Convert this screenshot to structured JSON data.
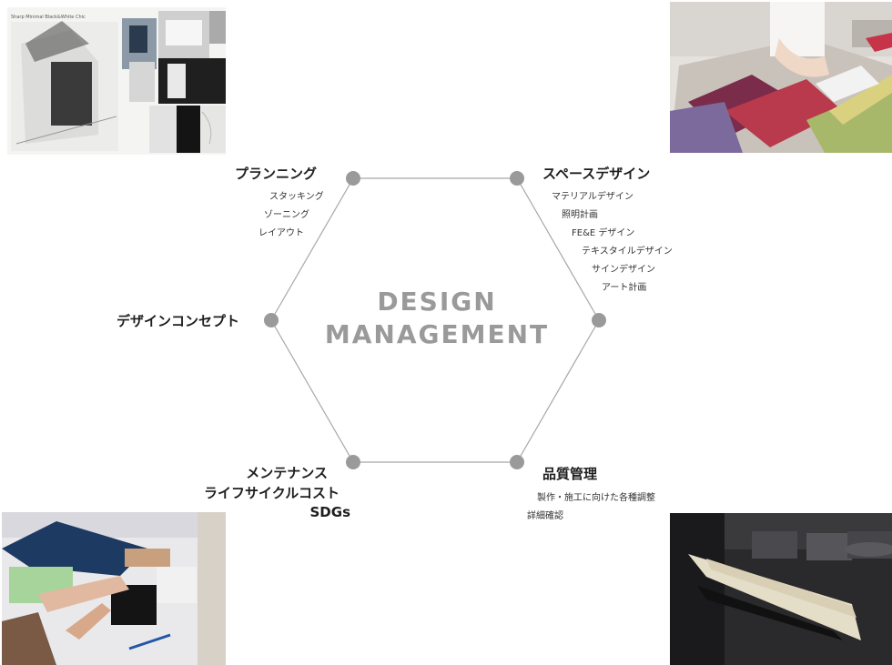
{
  "center": {
    "line1": "DESIGN",
    "line2": "MANAGEMENT"
  },
  "nodes": {
    "planning": {
      "title": "プランニング",
      "items": [
        "スタッキング",
        "ゾーニング",
        "レイアウト"
      ]
    },
    "space_design": {
      "title": "スペースデザイン",
      "items": [
        "マテリアルデザイン",
        "照明計画",
        "FE&E デザイン",
        "テキスタイルデザイン",
        "サインデザイン",
        "アート計画"
      ]
    },
    "concept": {
      "title": "デザインコンセプト"
    },
    "quality": {
      "title": "品質管理",
      "items": [
        "製作・施工に向けた各種調整",
        "詳細確認"
      ]
    },
    "maintenance": {
      "lines": [
        "メンテナンス",
        "ライフサイクルコスト",
        "SDGs"
      ]
    }
  },
  "photo_caption_top_left": "Sharp Minimal Black&White Chic"
}
